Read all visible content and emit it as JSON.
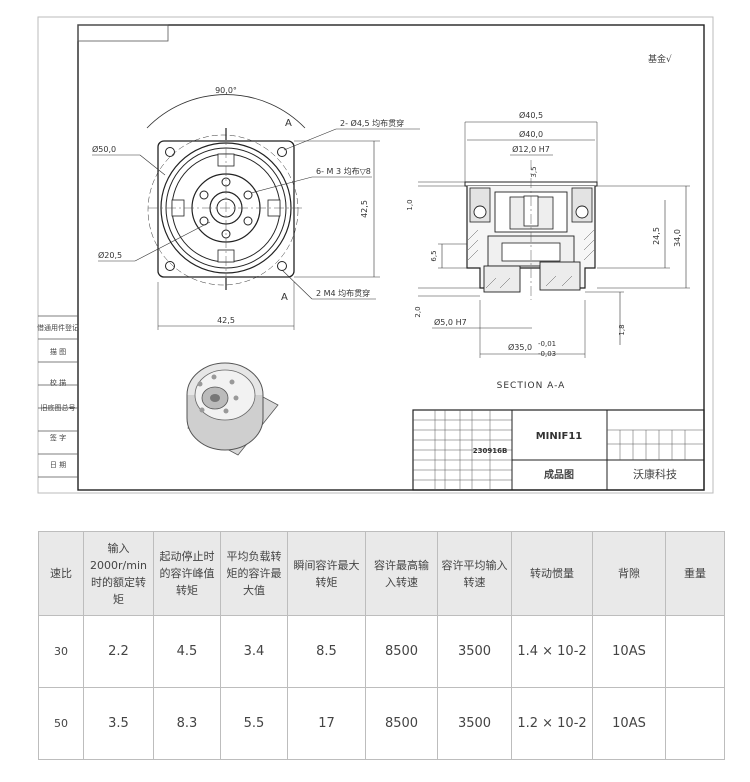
{
  "drawing": {
    "approved_mark": "基金√",
    "front_view": {
      "angle": "90,0°",
      "dia_outer": "Ø50,0",
      "dia_inner": "Ø20,5",
      "width": "42,5",
      "height": "42,5",
      "note_holes_a": "2- Ø4,5 均布贯穿",
      "note_holes_b": "6- M 3 均布▽8",
      "note_holes_c": "2 M4 均布贯穿",
      "section_mark": "A"
    },
    "section_view": {
      "dia_top": "Ø40,5",
      "dia_mid": "Ø40,0",
      "dia_bore": "Ø12,0 H7",
      "dim_3_5": "3,5",
      "dim_1_0": "1,0",
      "dim_6_5": "6,5",
      "dim_24_5": "24,5",
      "dim_34_0": "34,0",
      "dim_2_0": "2,0",
      "dia_shaft": "Ø5,0 H7",
      "dim_1_8": "1,8",
      "dia_base": "Ø35,0",
      "tol_upper": "-0,01",
      "tol_lower": "-0,03",
      "caption": "SECTION A-A"
    },
    "side_labels": [
      "借通用件登记",
      "描 图",
      "校 描",
      "旧底图总号",
      "签 字",
      "日 期"
    ],
    "title_block": {
      "model": "MINIF11",
      "doc_no": "230916B",
      "name": "成品图",
      "company": "沃康科技"
    }
  },
  "table": {
    "headers": [
      "速比",
      "输入2000r/min时的额定转矩",
      "起动停止时的容许峰值转矩",
      "平均负载转矩的容许最大值",
      "瞬间容许最大转矩",
      "容许最高输入转速",
      "容许平均输入转速",
      "转动惯量",
      "背隙",
      "重量"
    ],
    "rows": [
      [
        "30",
        "2.2",
        "4.5",
        "3.4",
        "8.5",
        "8500",
        "3500",
        "1.4 × 10-2",
        "10AS",
        ""
      ],
      [
        "50",
        "3.5",
        "8.3",
        "5.5",
        "17",
        "8500",
        "3500",
        "1.2 × 10-2",
        "10AS",
        ""
      ]
    ]
  }
}
